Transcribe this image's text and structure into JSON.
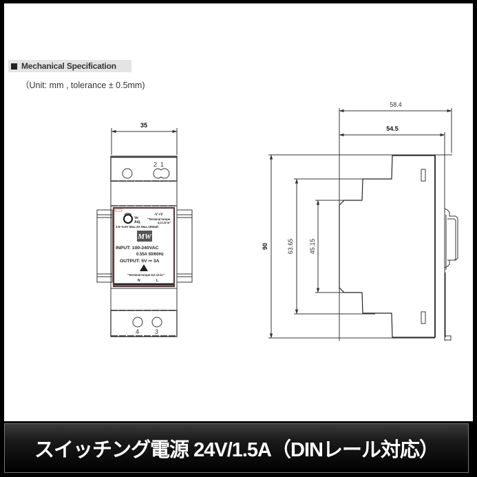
{
  "section": {
    "title": "Mechanical Specification",
    "unit_note": "（Unit: mm , tolerance ± 0.5mm)"
  },
  "front_view": {
    "width_dim": "35",
    "terminal_top_labels": [
      "2",
      "1"
    ],
    "terminal_bottom_labels": [
      "4",
      "3"
    ],
    "label_plate": {
      "adj_label": "Vo\nAdj.",
      "v_markers": "-V   +V",
      "torque_top": "\"Terminal torque\n4,4 Lb-in\"",
      "range_line": "4.5~5.5V   Max.3A   Max.15Watt",
      "brand": "MW",
      "input_line": "INPUT: 100-240VAC",
      "input_current": "0.55A  50/60Hz",
      "output_line": "OUTPUT:  5V ⎓ 3A",
      "torque_bottom": "\"Terminal torque 8,0 Lb-in\"",
      "n_label": "N",
      "l_label": "L"
    }
  },
  "side_view": {
    "dims": {
      "overall_depth": "58.4",
      "body_depth": "54.5",
      "height": "90",
      "step_height": "63.65",
      "front_height": "45.15"
    }
  },
  "banner": {
    "text": "スイッチング電源 24V/1.5A（DINレール対応）"
  },
  "colors": {
    "frame": "#000000",
    "background": "#ffffff",
    "line": "#333333",
    "plate_border": "#5a3a3a",
    "header_bg": "#e4e4e4",
    "banner_text": "#ffffff"
  }
}
